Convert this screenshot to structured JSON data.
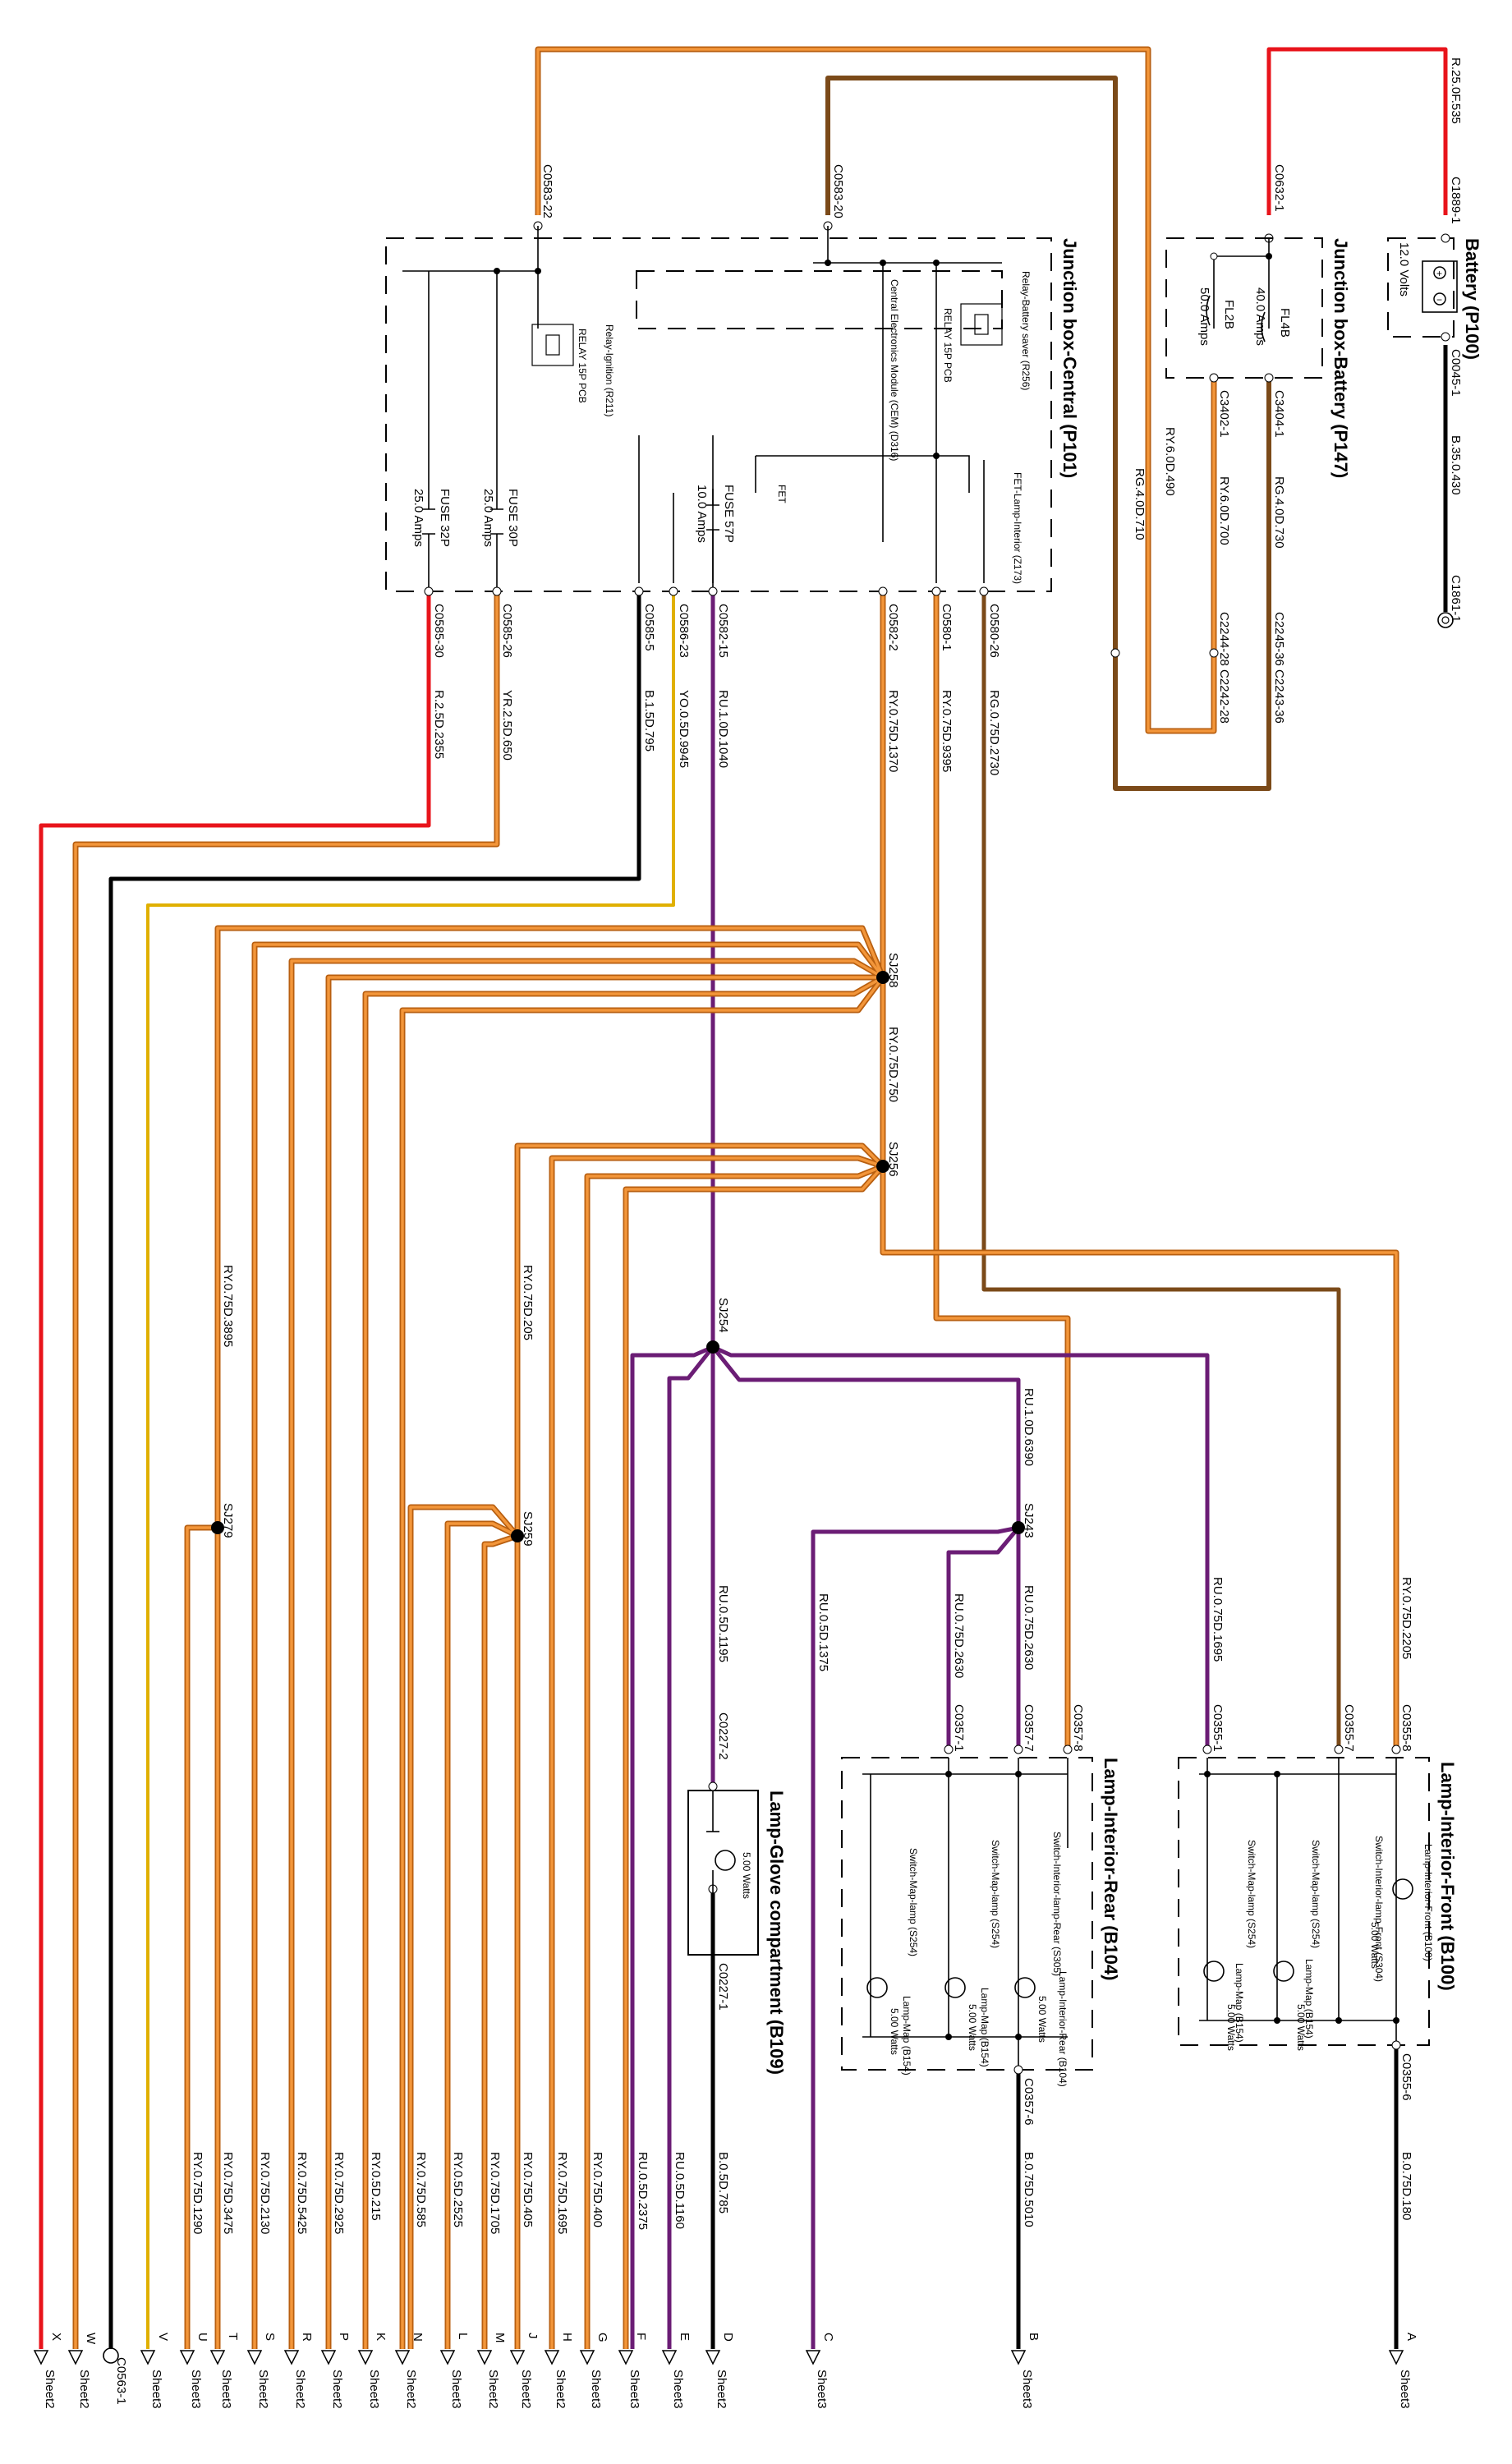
{
  "colors": {
    "red": "#e8141b",
    "orange": "#f3963a",
    "brown": "#7b4a19",
    "black": "#000000",
    "purple": "#6b1d75",
    "yellow": "#e0b000",
    "orange_edge": "#b85f10"
  },
  "battery": {
    "title": "Battery (P100)",
    "voltage": "12.0 Volts",
    "plus_symbol": "+",
    "minus_symbol": "−",
    "conn_plus": "C1889-1",
    "conn_minus": "C0045-1",
    "wire_plus": "R.25.0F.535",
    "wire_minus": "B.35.0.430",
    "ground": "C1861-1"
  },
  "jb_battery": {
    "title": "Junction box-Battery (P147)",
    "fuse1": "FL4B",
    "fuse1_rating": "40.0 Amps",
    "fuse2": "FL2B",
    "fuse2_rating": "50.0 Amps",
    "conn_in": "C0632-1",
    "conn_out1": "C3404-1",
    "conn_out2": "C3402-1",
    "wire_out1": "RG.4.0D.730",
    "wire_out2": "RY.6.0D.490",
    "conn_2245": "C2245-36",
    "conn_2243": "C2243-36",
    "conn_2244": "C2244-28",
    "conn_2242": "C2242-28",
    "wire_rg": "RG.4.0D.710",
    "wire_ry": "RY.6.0D.700"
  },
  "jb_central": {
    "title": "Junction box-Central (P101)",
    "conn_top1": "C0583-22",
    "conn_top2": "C0583-20",
    "relay_ign": "Relay-Ignition (R211)",
    "relay_saver": "Relay-Battery saver (R256)",
    "relay_tag": "RELAY 15P PCB",
    "cem": "Central Electronics Module (CEM) (D316)",
    "fet_lamp": "FET-Lamp-Interior (Z173)",
    "fet": "FET",
    "fuse_30p": "FUSE 30P",
    "fuse_30p_rating": "25.0 Amps",
    "fuse_32p": "FUSE 32P",
    "fuse_32p_rating": "25.0 Amps",
    "fuse_57p": "FUSE 57P",
    "fuse_57p_rating": "10.0 Amps",
    "conns": [
      "C0585-30",
      "C0585-26",
      "C0585-5",
      "C0586-23",
      "C0582-15",
      "C0582-2",
      "C0580-1",
      "C0580-26"
    ],
    "wires": [
      "R.2.5D.2355",
      "YR.2.5D.650",
      "B.1.5D.795",
      "YO.0.5D.9945",
      "RU.1.0D.1040",
      "RY.0.75D.1370",
      "RY.0.75D.9395",
      "RG.0.75D.2730"
    ]
  },
  "splices": {
    "sj258": "SJ258",
    "sj258_wire": "RY.0.75D.750",
    "sj256": "SJ256",
    "sj254": "SJ254",
    "sj243": "SJ243",
    "sj279": "SJ279",
    "sj259": "SJ259",
    "w3895": "RY.0.75D.3895",
    "w205": "RY.0.75D.205",
    "w6390": "RU.1.0D.6390",
    "w1195": "RU.0.5D.1195",
    "w1375": "RU.0.5D.1375",
    "w2630a": "RU.0.75D.2630",
    "w2630b": "RU.0.75D.2630",
    "w1695": "RU.0.75D.1695",
    "w2205": "RY.0.75D.2205"
  },
  "lamp_glove": {
    "title": "Lamp-Glove compartment (B109)",
    "conn_top": "C0227-2",
    "conn_bot": "C0227-1",
    "volts": "5.00 Watts"
  },
  "lamp_rear": {
    "title": "Lamp-Interior-Rear (B104)",
    "conn1": "C0357-1",
    "conn7": "C0357-7",
    "conn8": "C0357-8",
    "conn6": "C0357-6",
    "sw_rear": "Switch-Interior-lamp-Rear (S305)",
    "sw_map1": "Switch-Map-lamp (S254)",
    "sw_map2": "Switch-Map-lamp (S254)",
    "lamp_rear": "Lamp-Interior-Rear (B104)",
    "lamp_map1": "Lamp-Map (B154)",
    "lamp_map2": "Lamp-Map (B154)",
    "watts": "5.00 Watts"
  },
  "lamp_front": {
    "title": "Lamp-Interior-Front (B100)",
    "conn1": "C0355-1",
    "conn7": "C0355-7",
    "conn8": "C0355-8",
    "conn6": "C0355-6",
    "sw_front": "Switch-Interior-lamp-Front (S304)",
    "sw_map1": "Switch-Map-lamp (S254)",
    "sw_map2": "Switch-Map-lamp (S254)",
    "lamp_front": "Lamp-Interior-Front (B100)",
    "lamp_map1": "Lamp-Map (B154)",
    "lamp_map2": "Lamp-Map (B154)",
    "watts": "5.00 Watts"
  },
  "bottom_wires": {
    "w1290": "RY.0.75D.1290",
    "w3475": "RY.0.75D.3475",
    "w2130": "RY.0.75D.2130",
    "w5425": "RY.0.75D.5425",
    "w2925": "RY.0.75D.2925",
    "w215": "RY.0.5D.215",
    "w585": "RY.0.75D.585",
    "w2525": "RY.0.5D.2525",
    "w1705": "RY.0.75D.1705",
    "w405": "RY.0.75D.405",
    "w1695": "RY.0.75D.1695",
    "w400": "RY.0.75D.400",
    "w2375": "RU.0.5D.2375",
    "w1160": "RU.0.5D.1160",
    "w785": "B.0.5D.785",
    "w5010": "B.0.75D.5010",
    "w180": "B.0.75D.180",
    "ground_conn": "C0563-1"
  },
  "sheets": {
    "X": "X",
    "W": "W",
    "V": "V",
    "U": "U",
    "T": "T",
    "S": "S",
    "R": "R",
    "P": "P",
    "K": "K",
    "N": "N",
    "L": "L",
    "M": "M",
    "J": "J",
    "H": "H",
    "G": "G",
    "F": "F",
    "E": "E",
    "D": "D",
    "C": "C",
    "B": "B",
    "A": "A",
    "s2": "Sheet2",
    "s3": "Sheet3"
  }
}
